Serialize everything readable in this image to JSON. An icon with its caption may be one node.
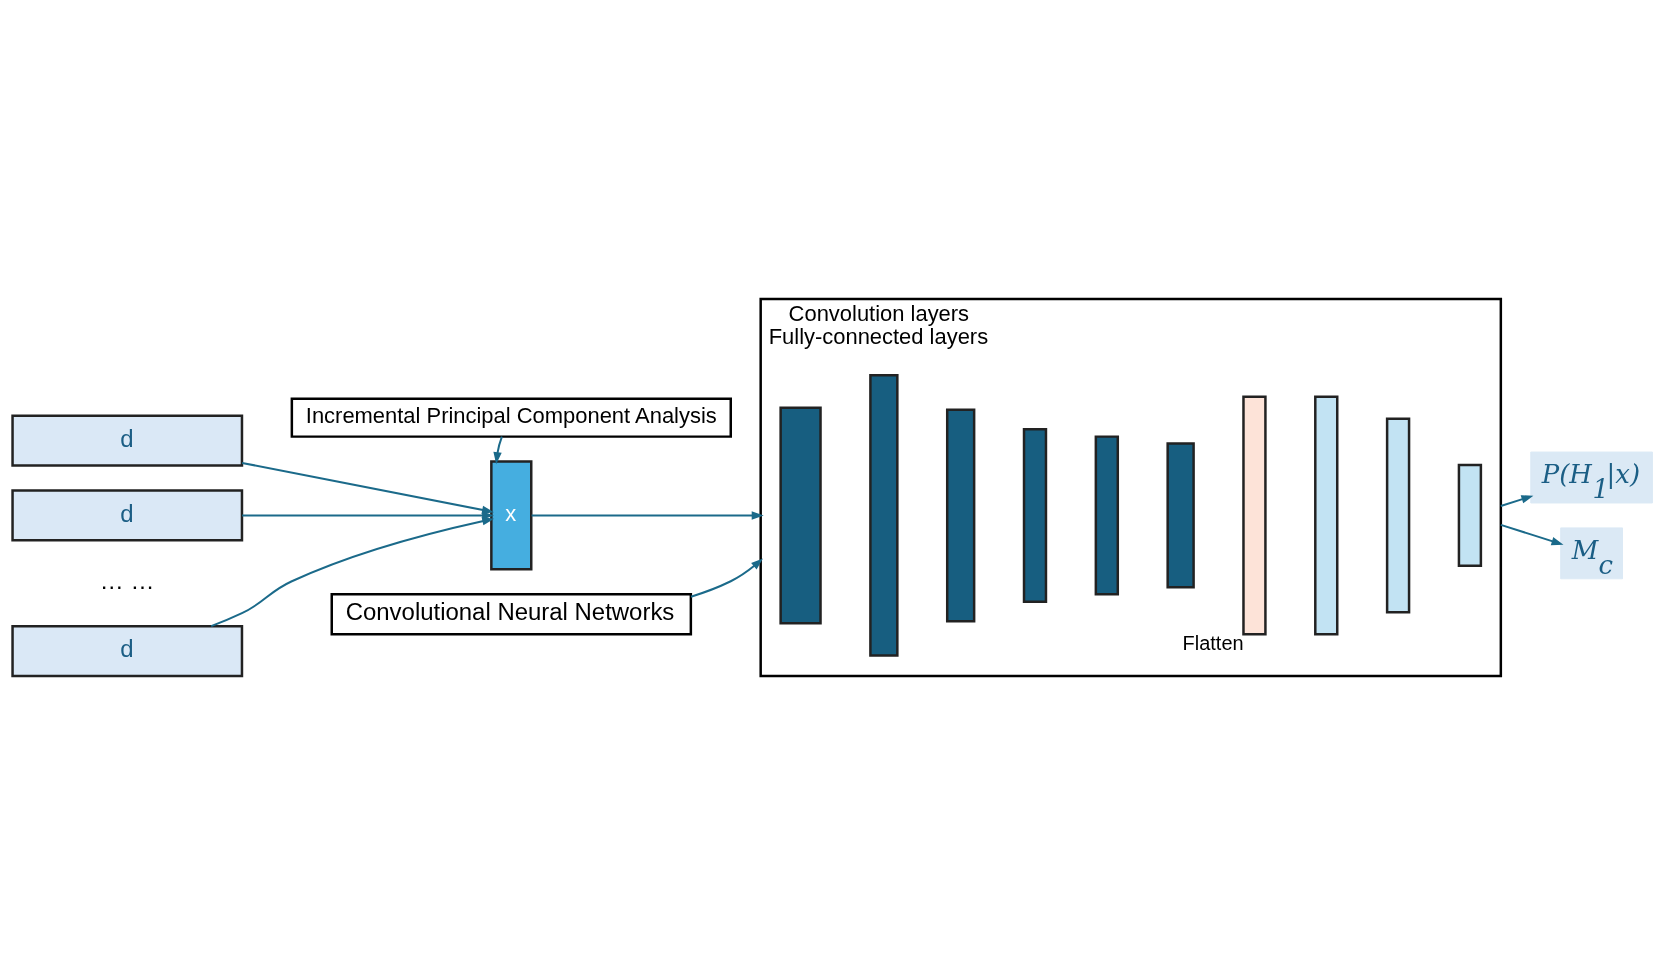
{
  "diagram": {
    "nodes": [
      {
        "text": [
          "Incremental Principal Component Analysis"
        ]
      },
      {
        "text": [
          "d"
        ]
      },
      {
        "text": [
          "d"
        ]
      },
      {
        "text": [
          "d"
        ]
      },
      {
        "text": [
          "x"
        ]
      },
      {
        "text": [
          "Convolution layers",
          "Fully-connected layers"
        ]
      },
      {
        "text": [],
        "shape": "bar",
        "in": 5
      },
      {
        "text": [],
        "shape": "bar",
        "in": 5
      },
      {
        "text": [],
        "shape": "bar",
        "in": 5
      },
      {
        "text": [],
        "shape": "bar",
        "in": 5
      },
      {
        "text": [],
        "shape": "bar",
        "in": 5
      },
      {
        "text": [],
        "shape": "bar",
        "in": 5
      },
      {
        "text": [],
        "shape": "bar",
        "in": 5,
        "beside": [
          "Flatten"
        ]
      },
      {
        "text": [],
        "shape": "bar",
        "in": 5
      },
      {
        "text": [],
        "shape": "bar",
        "in": 5
      },
      {
        "text": [],
        "shape": "bar",
        "in": 5
      },
      {
        "text": [
          "P(H$_{1}$|x)"
        ]
      },
      {
        "text": [
          "M$_{c}$"
        ]
      },
      {
        "text": [
          "Convolutional Neural Networks"
        ]
      }
    ],
    "edges": [
      {
        "from": 0,
        "to": 4,
        "arrow": "to"
      },
      {
        "from": 1,
        "to": 4,
        "arrow": "to"
      },
      {
        "from": 2,
        "to": 4,
        "arrow": "to"
      },
      {
        "from": 3,
        "to": 4,
        "arrow": "to"
      },
      {
        "from": 4,
        "to": 5,
        "arrow": "to"
      },
      {
        "from": 18,
        "to": 5,
        "arrow": "to"
      },
      {
        "from": 5,
        "to": 16,
        "arrow": "to"
      },
      {
        "from": 5,
        "to": 17,
        "arrow": "to"
      }
    ],
    "labels": [
      "… …"
    ]
  }
}
